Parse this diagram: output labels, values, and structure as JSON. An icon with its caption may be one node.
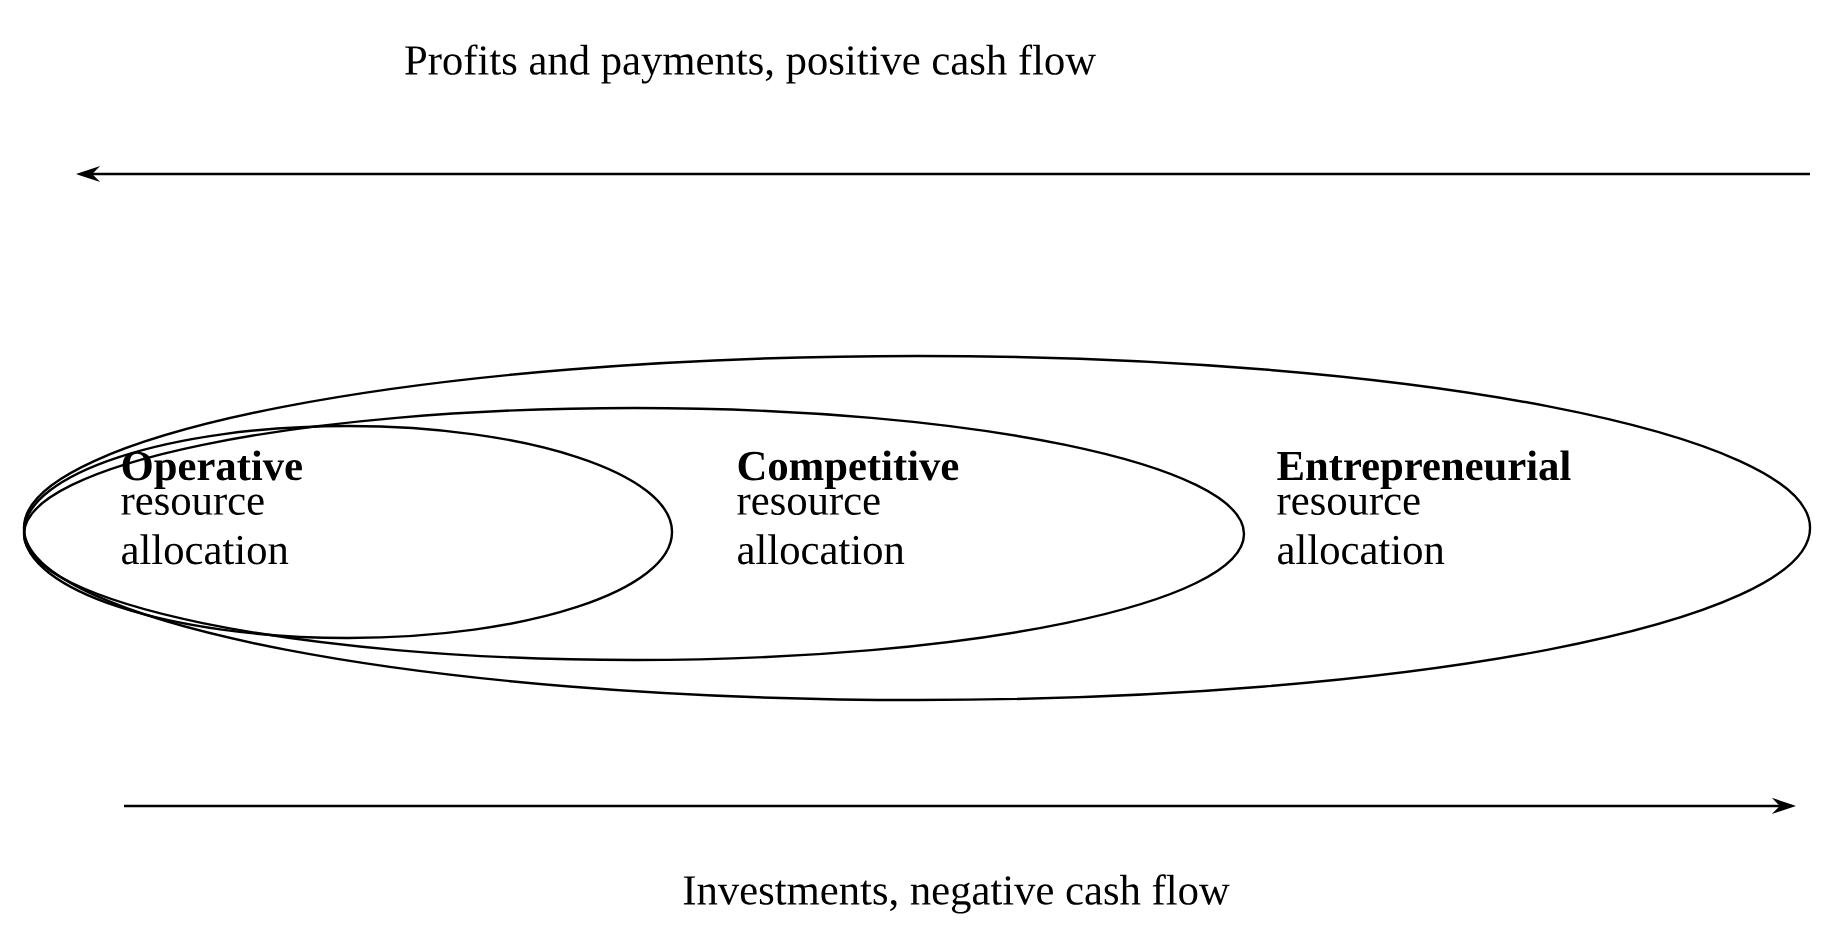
{
  "diagram": {
    "nodes": [
      {
        "text": [
          "Entrepreneurial",
          "resource allocation"
        ]
      },
      {
        "text": [
          "Competitive",
          "resource allocation"
        ],
        "in": 0
      },
      {
        "text": [
          "Operative",
          "resource allocation"
        ],
        "in": 1
      }
    ],
    "labels": [
      "Profits and payments, positive cash flow",
      "Investments, negative cash flow"
    ]
  }
}
